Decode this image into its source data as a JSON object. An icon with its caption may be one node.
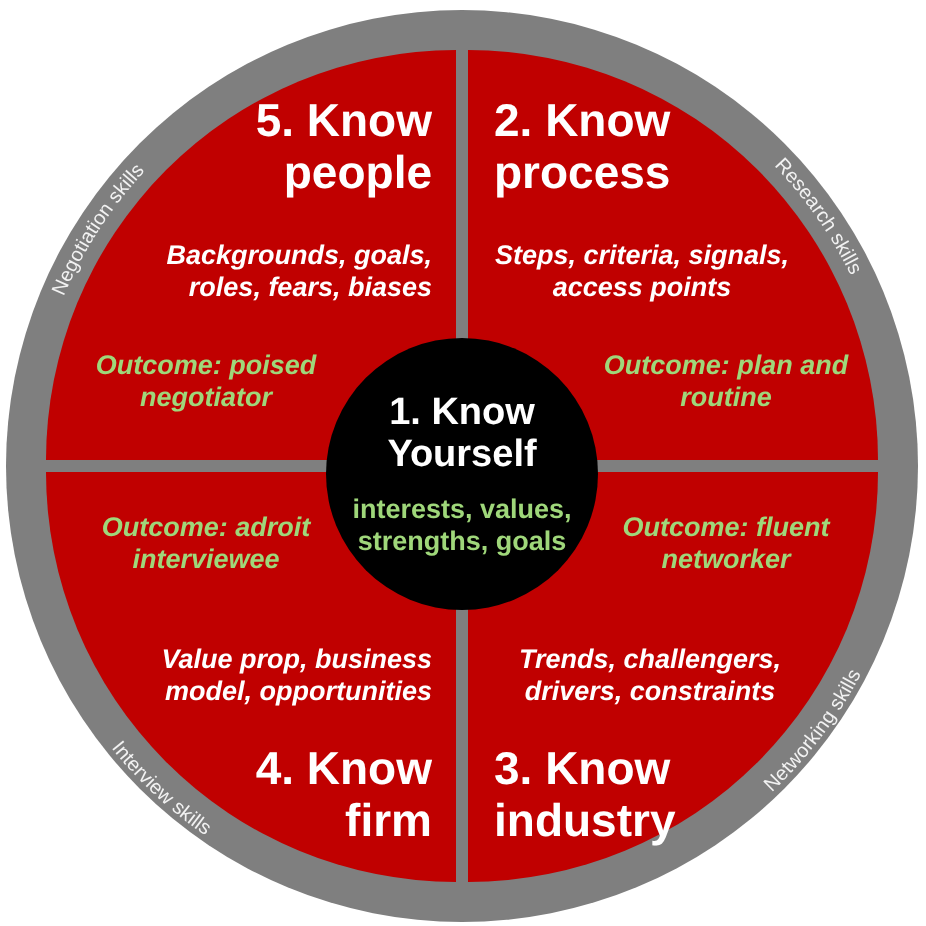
{
  "diagram": {
    "nodes": [
      {
        "text": [
          "5. Know people",
          "Backgrounds, goals, roles, fears, biases",
          "Outcome: poised negotiator"
        ]
      },
      {
        "text": [
          "2. Know process",
          "Steps, criteria, signals, access points",
          "Outcome: plan and routine"
        ]
      },
      {
        "text": [
          "1. Know Yourself",
          "interests, values, strengths, goals"
        ]
      },
      {
        "text": [
          "Outcome: adroit interviewee",
          "Value prop, business model, opportunities",
          "4. Know firm"
        ]
      },
      {
        "text": [
          "Outcome: fluent networker",
          "Trends, challengers, drivers, constraints",
          "3. Know industry"
        ]
      }
    ],
    "labels": [
      "Negotiation skills",
      "Research skills",
      "Interview skills",
      "Networking skills"
    ]
  }
}
